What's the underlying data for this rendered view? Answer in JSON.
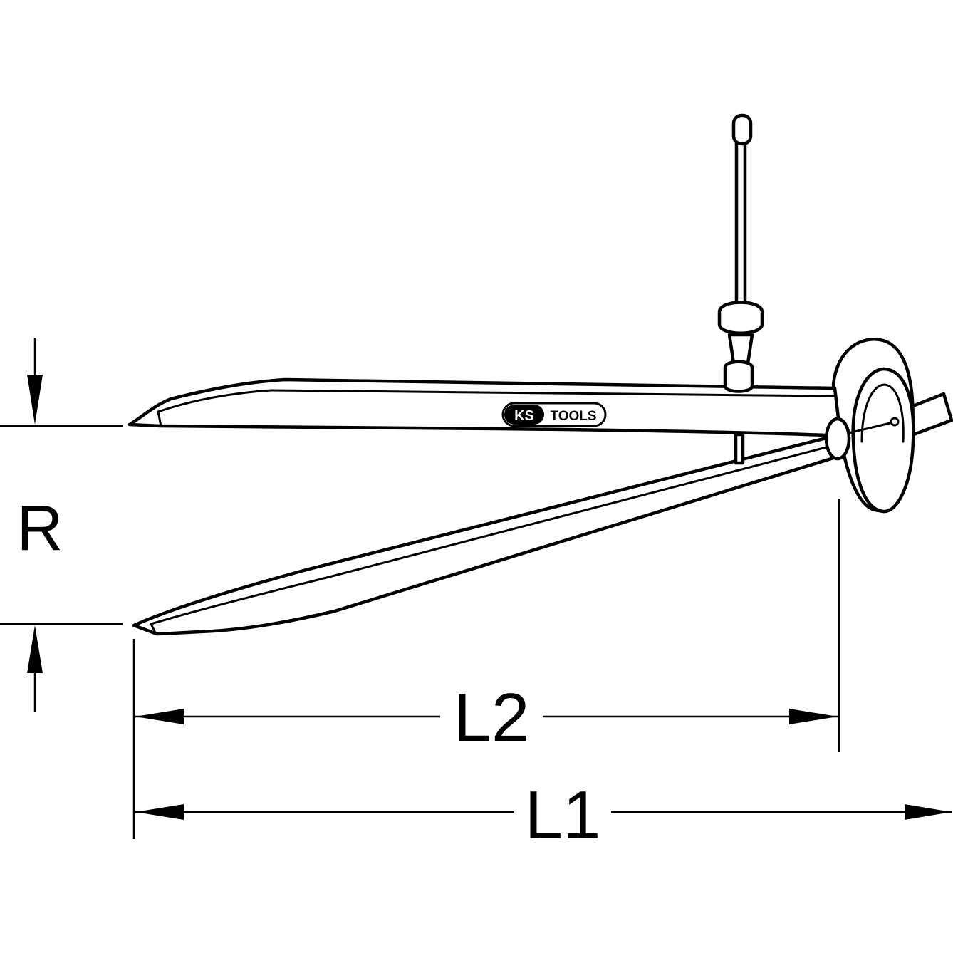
{
  "dimensions": {
    "r_label": "R",
    "l2_label": "L2",
    "l1_label": "L1"
  },
  "brand": {
    "logo_text": "KS TOOLS",
    "ks": "KS",
    "tools": "TOOLS"
  },
  "colors": {
    "line": "#000000",
    "background": "#ffffff"
  }
}
